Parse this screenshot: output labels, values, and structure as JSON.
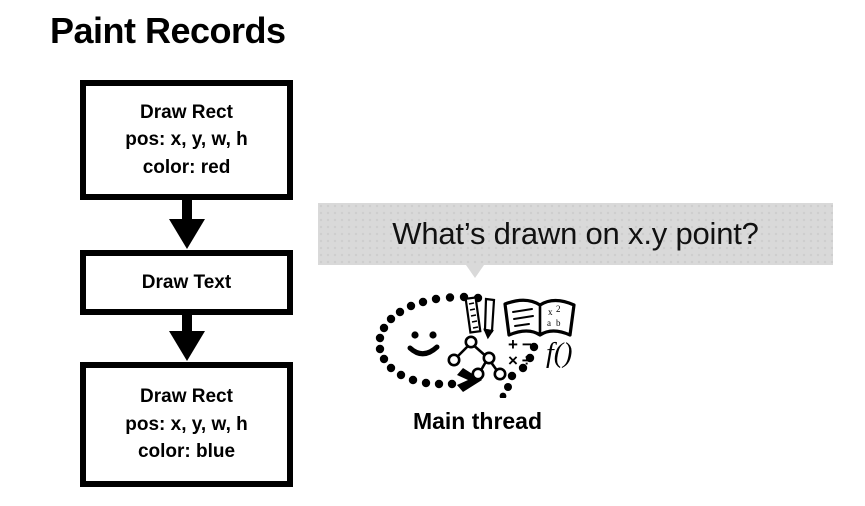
{
  "slide": {
    "title": "Paint Records",
    "background_color": "#ffffff",
    "ink_color": "#000000"
  },
  "paint_records": {
    "boxes": [
      {
        "name": "draw-rect-red",
        "lines": [
          "Draw Rect",
          "pos: x, y, w, h",
          "color: red"
        ]
      },
      {
        "name": "draw-text",
        "lines": [
          "Draw Text"
        ]
      },
      {
        "name": "draw-rect-blue",
        "lines": [
          "Draw Rect",
          "pos: x, y, w, h",
          "color: blue"
        ]
      }
    ],
    "connectors": [
      {
        "icon": "down-arrow-icon"
      },
      {
        "icon": "down-arrow-icon"
      }
    ]
  },
  "query": {
    "bubble_text": "What’s drawn on x.y point?",
    "bubble_color": "#d9d9d9",
    "tail_icon": "speech-tail-icon"
  },
  "thread": {
    "caption": "Main thread",
    "illustration_icon": "thinking-face-icon",
    "illustration_parts": [
      "dotted-oval-icon",
      "smiley-face-icon",
      "flow-chevron-icon",
      "ruler-icon",
      "pencil-icon",
      "open-book-icon",
      "node-tree-icon",
      "math-operators-icon",
      "function-notation-icon"
    ],
    "math_operators": [
      "+",
      "−",
      "×",
      "÷"
    ],
    "function_notation": "f()"
  }
}
